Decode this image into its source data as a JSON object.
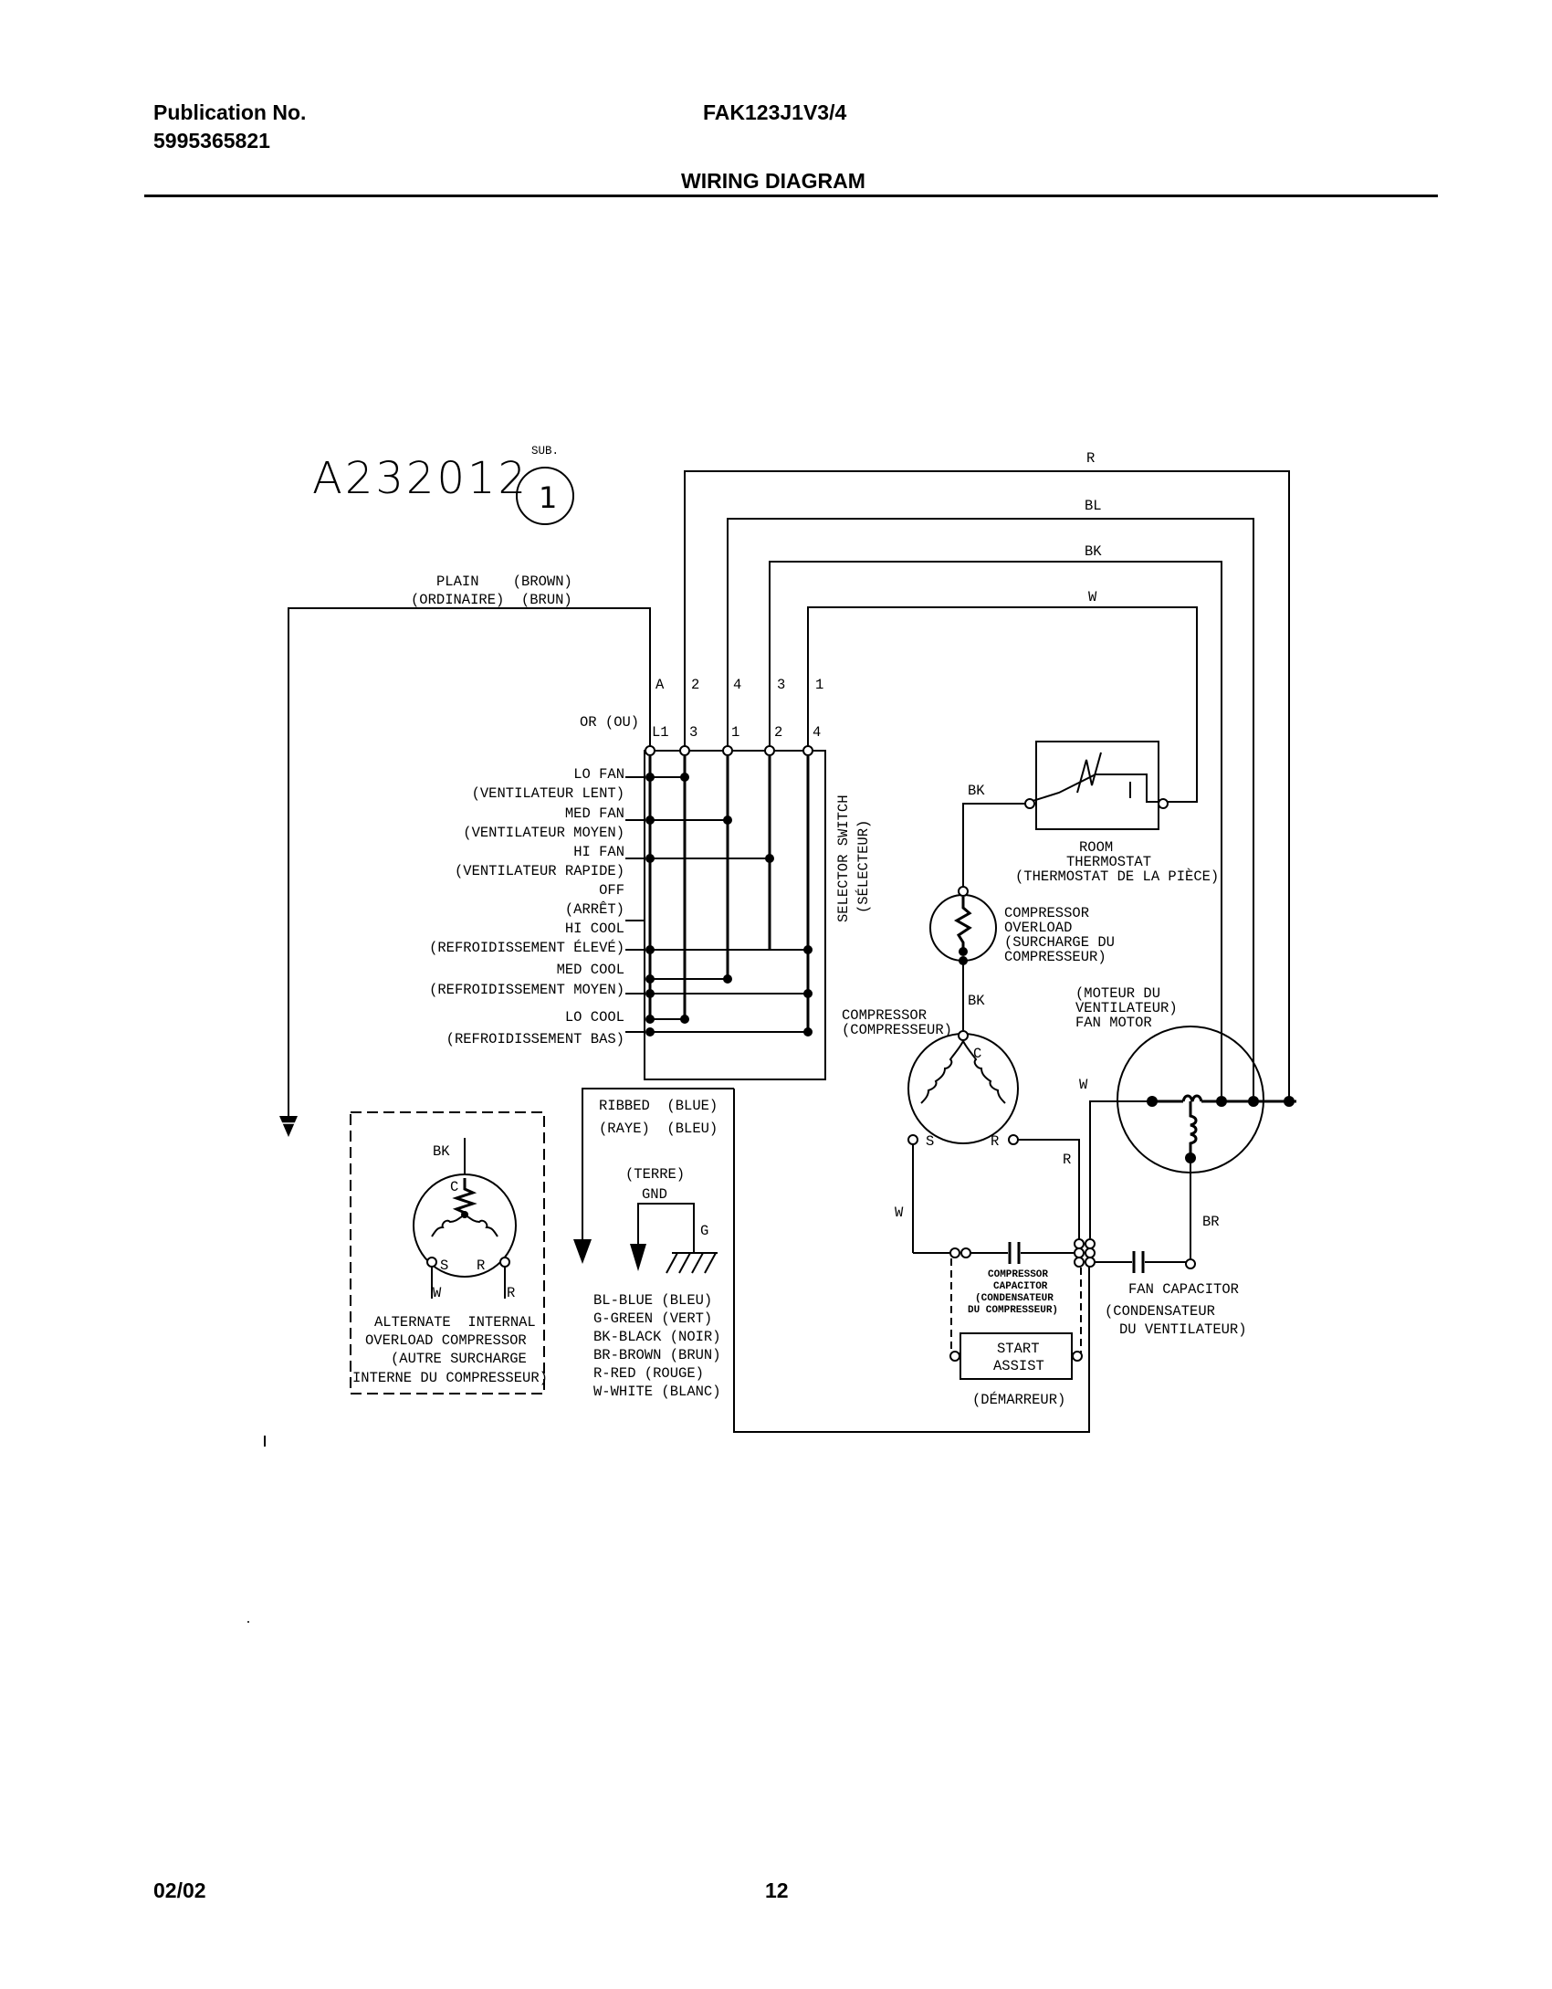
{
  "header": {
    "publication_label": "Publication No.",
    "publication_number": "5995365821",
    "model": "FAK123J1V3/4",
    "section_title": "WIRING DIAGRAM"
  },
  "footer": {
    "date": "02/02",
    "page": "12"
  },
  "diagram": {
    "code": "A232012",
    "sub_label": "SUB.",
    "sub_number": "1",
    "wires": {
      "r": "R",
      "bl": "BL",
      "bk": "BK",
      "w": "W"
    },
    "plug": {
      "line1": "PLAIN    (BROWN)",
      "line2": "(ORDINAIRE)  (BRUN)",
      "ribbed1": "RIBBED  (BLUE)",
      "ribbed2": "(RAYE)  (BLEU)"
    },
    "switch": {
      "top_terms": [
        "A",
        "2",
        "4",
        "3",
        "1"
      ],
      "alt_label": "OR (OU)",
      "bottom_terms": [
        "L1",
        "3",
        "1",
        "2",
        "4"
      ],
      "title": "SELECTOR SWITCH",
      "title_fr": "(SÉLECTEUR)",
      "positions": [
        "LO FAN",
        "(VENTILATEUR LENT)",
        "MED FAN",
        "(VENTILATEUR MOYEN)",
        "HI FAN",
        "(VENTILATEUR RAPIDE)",
        "OFF",
        "(ARRÊT)",
        "HI COOL",
        "(REFROIDISSEMENT ÉLEVÉ)",
        "MED COOL",
        "(REFROIDISSEMENT MOYEN)",
        "LO COOL",
        "(REFROIDISSEMENT BAS)"
      ]
    },
    "thermostat": {
      "wire": "BK",
      "line1": "ROOM",
      "line2": "THERMOSTAT",
      "line3": "(THERMOSTAT DE LA PIÈCE)"
    },
    "overload": {
      "line1": "COMPRESSOR",
      "line2": "OVERLOAD",
      "line3": "(SURCHARGE DU",
      "line4": "COMPRESSEUR)"
    },
    "compressor": {
      "wire": "BK",
      "line1": "COMPRESSOR",
      "line2": "(COMPRESSEUR)",
      "c": "C",
      "s": "S",
      "r": "R",
      "w_wire": "W",
      "r_wire": "R"
    },
    "fan_motor": {
      "line1": "(MOTEUR DU",
      "line2": "VENTILATEUR)",
      "line3": "FAN MOTOR",
      "w_wire": "W",
      "br_wire": "BR"
    },
    "comp_capacitor": {
      "line1": "COMPRESSOR",
      "line2": "CAPACITOR",
      "line3": "(CONDENSATEUR",
      "line4": "DU COMPRESSEUR)"
    },
    "start_assist": {
      "line1": "START",
      "line2": "ASSIST",
      "line3": "(DÉMARREUR)"
    },
    "fan_capacitor": {
      "line1": "FAN CAPACITOR",
      "line2": "(CONDENSATEUR",
      "line3": "DU VENTILATEUR)"
    },
    "ground": {
      "terre": "(TERRE)",
      "gnd": "GND",
      "g": "G"
    },
    "alternate": {
      "bk": "BK",
      "c": "C",
      "s": "S",
      "r": "R",
      "w": "W",
      "r2": "R",
      "line1": "ALTERNATE  INTERNAL",
      "line2": "OVERLOAD COMPRESSOR",
      "line3": "(AUTRE SURCHARGE",
      "line4": "INTERNE DU COMPRESSEUR)"
    },
    "legend": [
      "BL-BLUE (BLEU)",
      "G-GREEN (VERT)",
      "BK-BLACK (NOIR)",
      "BR-BROWN (BRUN)",
      "R-RED (ROUGE)",
      "W-WHITE (BLANC)"
    ]
  }
}
